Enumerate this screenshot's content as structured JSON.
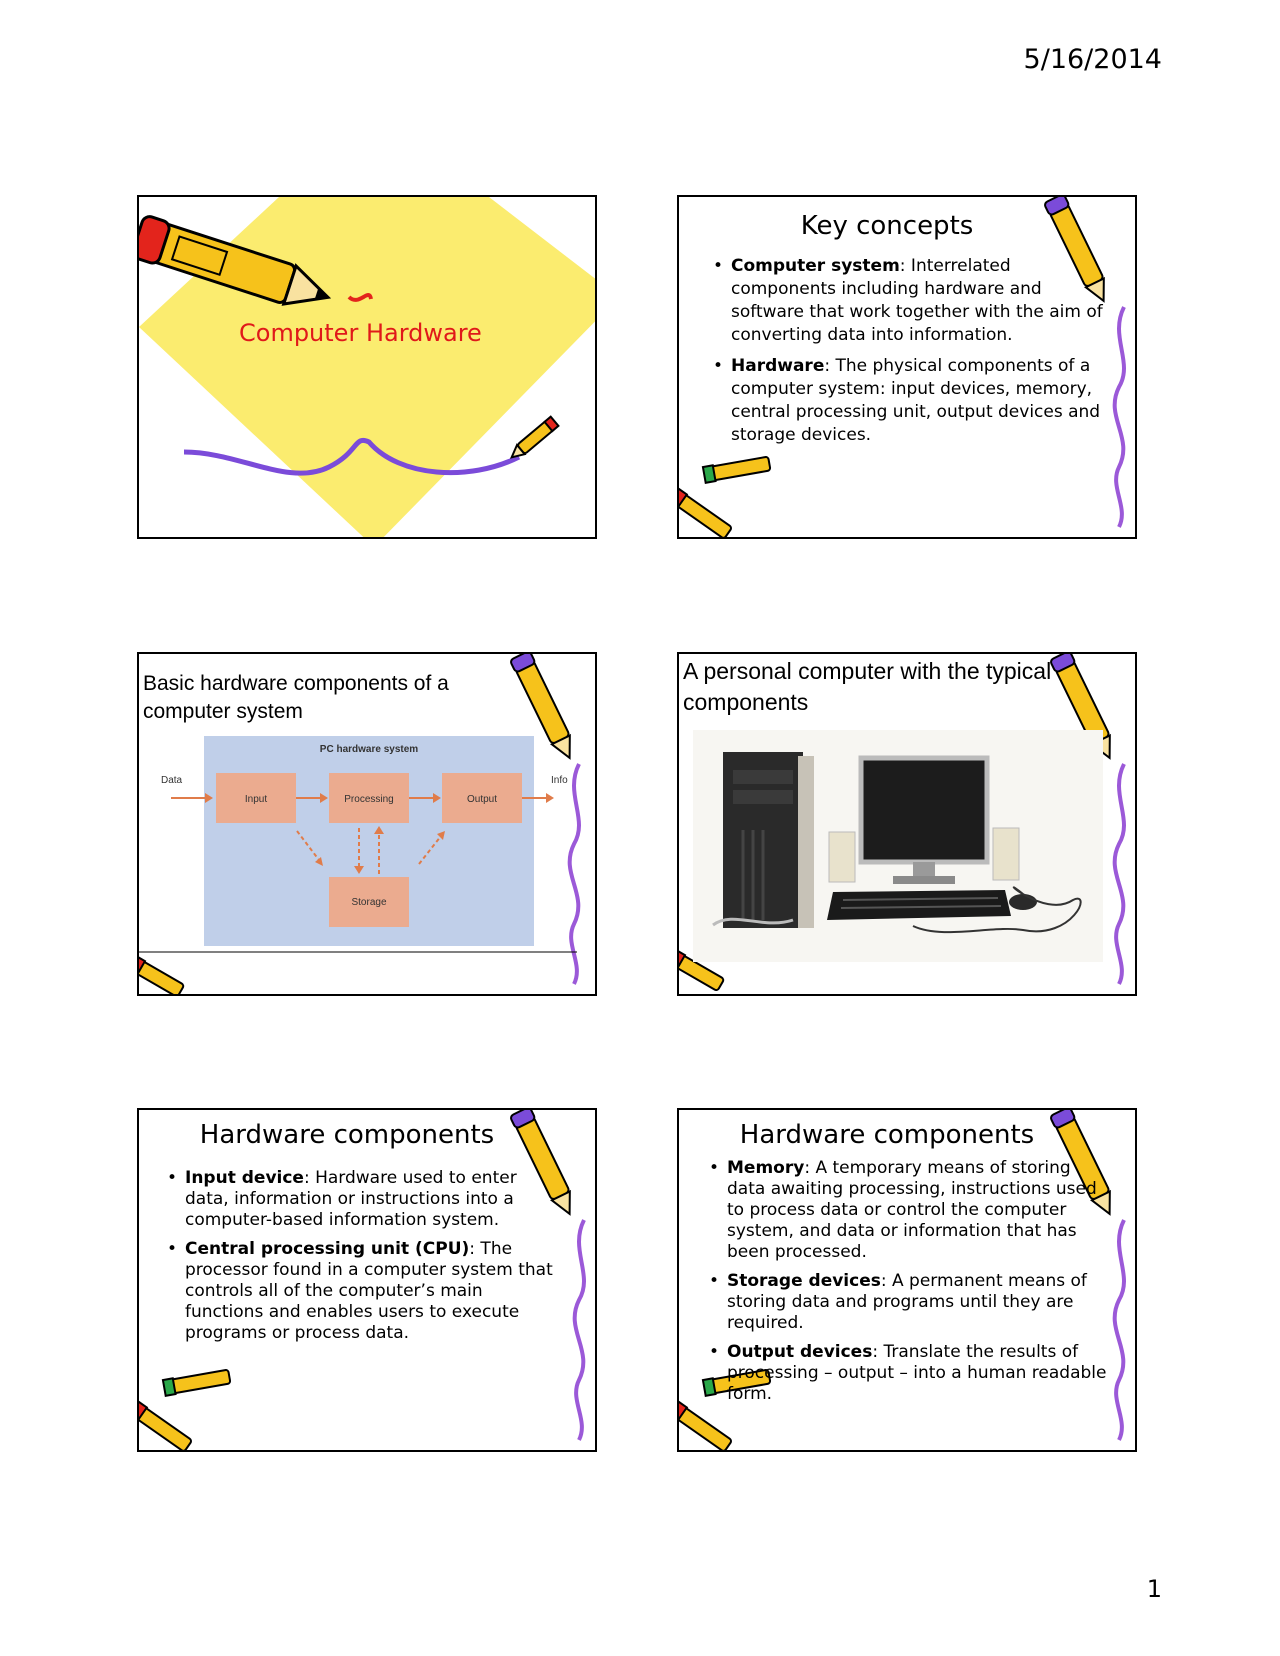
{
  "header": {
    "date": "5/16/2014"
  },
  "footer": {
    "page_number": "1"
  },
  "slides": [
    {
      "title": "Computer Hardware"
    },
    {
      "title": "Key concepts",
      "bullets": [
        {
          "term": "Computer system",
          "text": ": Interrelated components including hardware and software that work together with the aim of converting data into information."
        },
        {
          "term": "Hardware",
          "text": ": The physical components of a computer system: input devices, memory, central processing unit, output devices and storage devices."
        }
      ]
    },
    {
      "title": "Basic hardware components of a computer system",
      "diagram": {
        "title": "PC hardware system",
        "data_label": "Data",
        "info_label": "Info",
        "input": "Input",
        "processing": "Processing",
        "output": "Output",
        "storage": "Storage"
      }
    },
    {
      "title": "A personal computer with the typical components"
    },
    {
      "title": "Hardware components",
      "bullets": [
        {
          "term": "Input device",
          "text": ": Hardware used to enter data, information or instructions into a computer-based information system."
        },
        {
          "term": "Central processing unit (CPU)",
          "text": ": The processor found in a computer system that controls all of the computer’s main functions and enables users to execute programs or process data."
        }
      ]
    },
    {
      "title": "Hardware components",
      "bullets": [
        {
          "term": "Memory",
          "text": ": A temporary means of storing data awaiting processing, instructions used to process data or control the computer system, and data or information that has been processed."
        },
        {
          "term": "Storage devices",
          "text": ": A permanent means of storing data and programs until they are required."
        },
        {
          "term": "Output devices",
          "text": ": Translate the results of processing – output – into a human readable form."
        }
      ]
    }
  ]
}
